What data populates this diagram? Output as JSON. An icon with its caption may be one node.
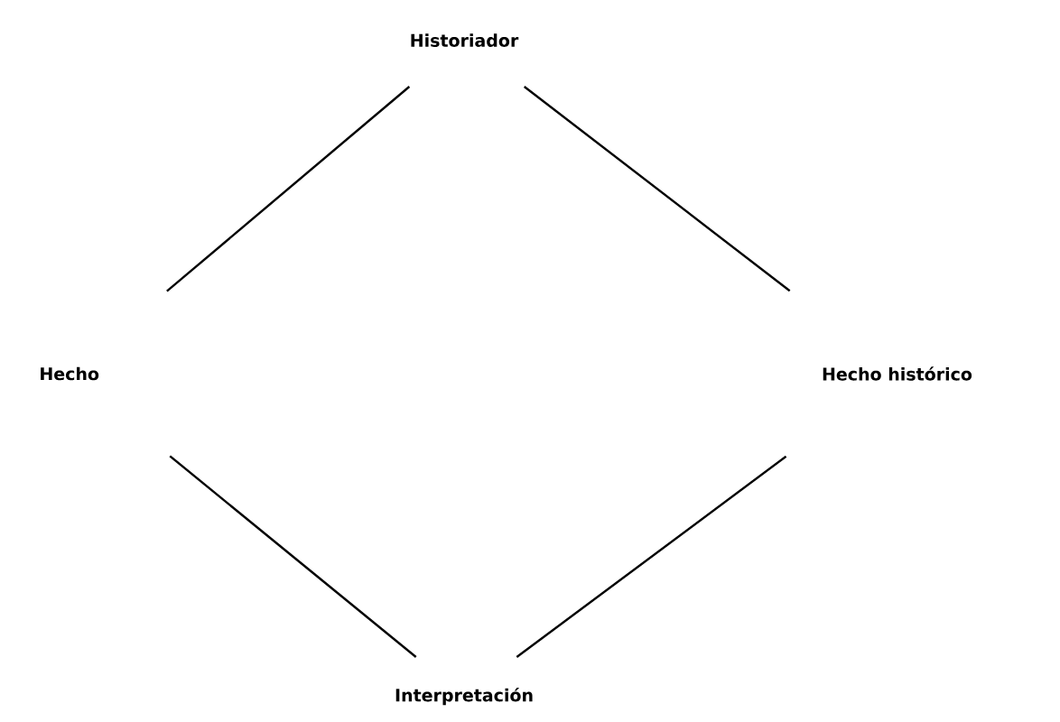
{
  "diagram": {
    "nodes": [
      {
        "text": [
          "Historiador"
        ]
      },
      {
        "text": [
          "Hecho"
        ]
      },
      {
        "text": [
          "Hecho histórico"
        ]
      },
      {
        "text": [
          "Interpretación"
        ]
      }
    ],
    "edges": [
      {
        "from": 0,
        "to": 2,
        "arrow": "none"
      },
      {
        "from": 2,
        "to": 3,
        "arrow": "none"
      },
      {
        "from": 3,
        "to": 1,
        "arrow": "none"
      },
      {
        "from": 1,
        "to": 0,
        "arrow": "none"
      }
    ]
  }
}
